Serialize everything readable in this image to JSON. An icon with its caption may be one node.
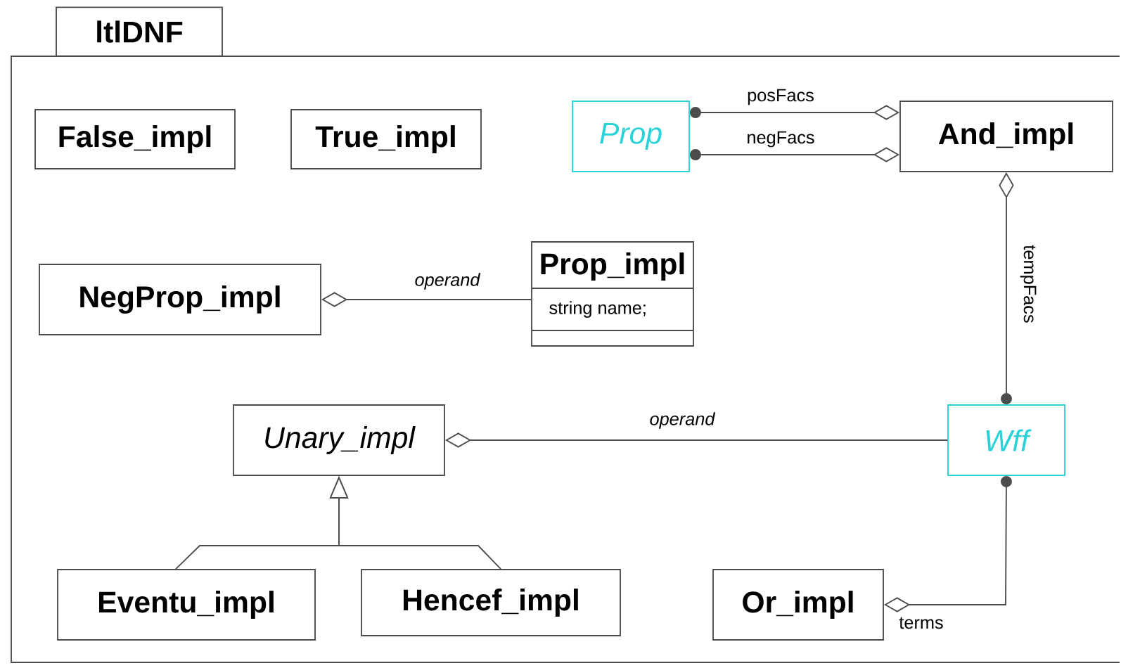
{
  "diagram": {
    "nodes": [
      {
        "text": [
          "ltlDNF"
        ]
      },
      {
        "text": [
          "False_impl"
        ],
        "in": 0
      },
      {
        "text": [
          "True_impl"
        ],
        "in": 0
      },
      {
        "text": [
          "Prop"
        ],
        "in": 0
      },
      {
        "text": [
          "And_impl"
        ],
        "in": 0
      },
      {
        "text": [
          "NegProp_impl"
        ],
        "in": 0
      },
      {
        "text": [
          "Prop_impl",
          "string name;"
        ],
        "in": 0
      },
      {
        "text": [
          "Unary_impl"
        ],
        "in": 0
      },
      {
        "text": [
          "Wff"
        ],
        "in": 0
      },
      {
        "text": [
          "Eventu_impl"
        ],
        "in": 0
      },
      {
        "text": [
          "Hencef_impl"
        ],
        "in": 0
      },
      {
        "text": [
          "Or_impl"
        ],
        "in": 0
      }
    ],
    "edges": [
      {
        "from": 4,
        "to": 3,
        "arrow": "other",
        "label": "posFacs"
      },
      {
        "from": 4,
        "to": 3,
        "arrow": "other",
        "label": "negFacs"
      },
      {
        "from": 4,
        "to": 8,
        "arrow": "other",
        "label": "tempFacs"
      },
      {
        "from": 5,
        "to": 6,
        "arrow": "other",
        "label": "operand"
      },
      {
        "from": 7,
        "to": 8,
        "arrow": "other",
        "label": "operand"
      },
      {
        "from": 9,
        "to": 7,
        "arrow": "to"
      },
      {
        "from": 10,
        "to": 7,
        "arrow": "to"
      },
      {
        "from": 11,
        "to": 8,
        "arrow": "other",
        "label": "terms"
      }
    ]
  }
}
